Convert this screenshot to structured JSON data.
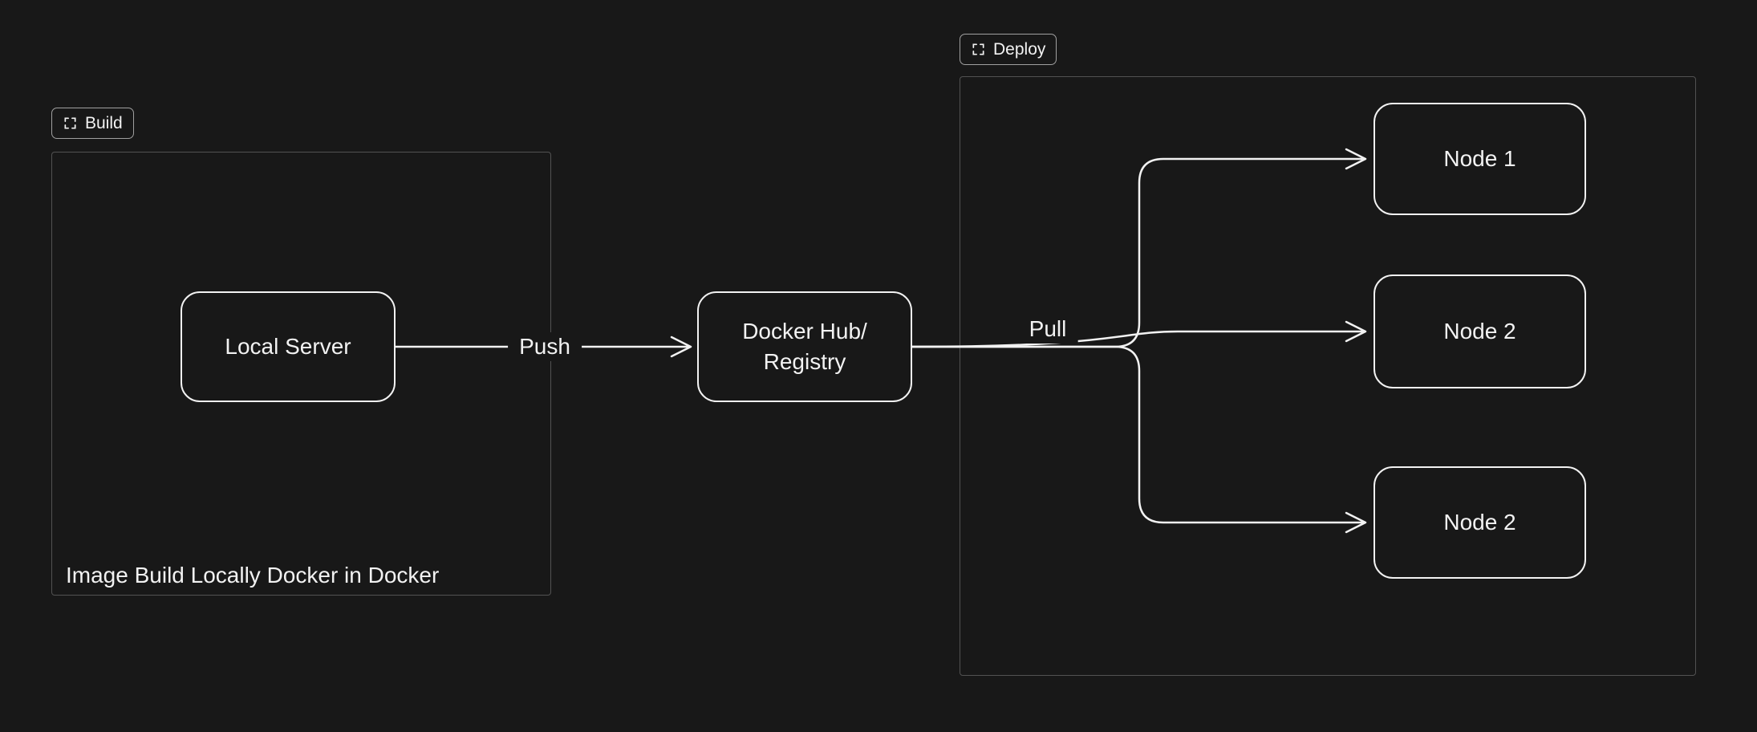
{
  "colors": {
    "bg": "#181818",
    "shape_stroke": "#f2f2f2",
    "frame_border": "#525252",
    "label_border": "#a0a0a0",
    "text": "#f2f2f2"
  },
  "frames": {
    "build": {
      "label": "Build",
      "caption": "Image Build Locally Docker in Docker"
    },
    "deploy": {
      "label": "Deploy"
    }
  },
  "nodes": {
    "local_server": {
      "label": "Local Server"
    },
    "docker_hub": {
      "label": "Docker Hub/\nRegistry"
    },
    "node_1": {
      "label": "Node 1"
    },
    "node_2": {
      "label": "Node 2"
    },
    "node_3": {
      "label": "Node 2"
    }
  },
  "edges": {
    "push": {
      "label": "Push"
    },
    "pull": {
      "label": "Pull"
    }
  }
}
